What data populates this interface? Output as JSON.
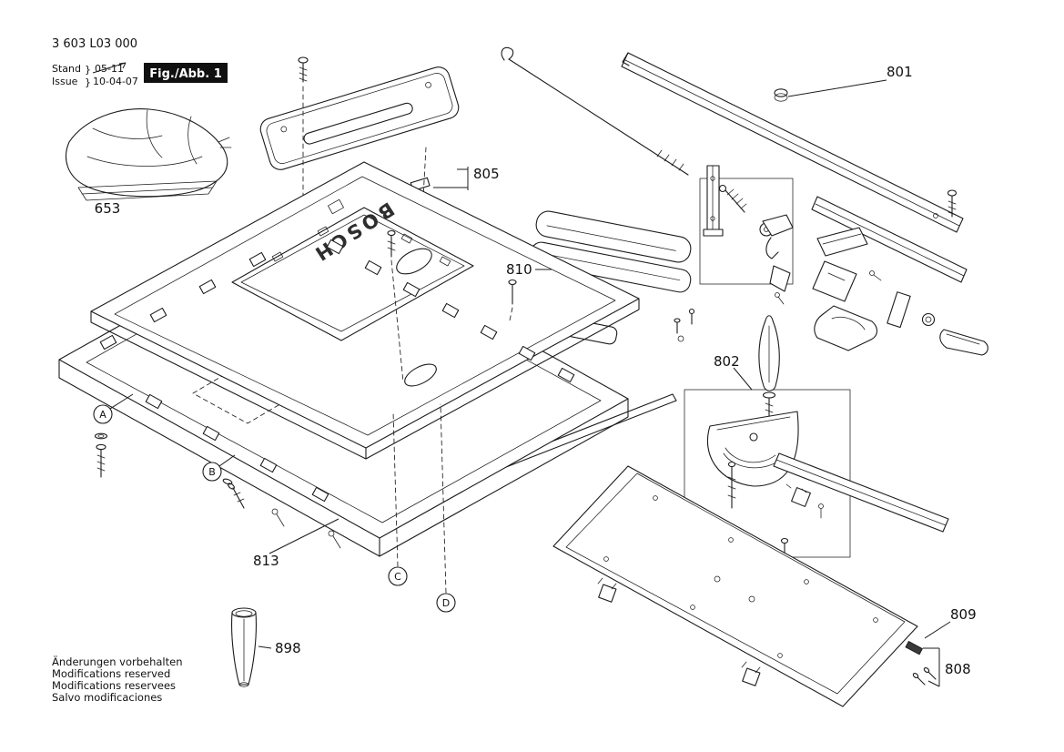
{
  "doc": {
    "number": "3 603 L03 000",
    "stand_label": "Stand",
    "issue_label": "Issue",
    "brace": "}",
    "date_old": "05-11",
    "date_new": "10-04-07",
    "fig_label": "Fig./Abb. 1"
  },
  "brand": "BOSCH",
  "part_labels": {
    "p653": "653",
    "p801": "801",
    "p802": "802",
    "p805": "805",
    "p808": "808",
    "p809": "809",
    "p810": "810",
    "p813": "813",
    "p898": "898"
  },
  "callouts": {
    "a": "A",
    "b": "B",
    "c": "C",
    "d": "D"
  },
  "footer": {
    "line1": "Änderungen vorbehalten",
    "line2": "Modifications reserved",
    "line3": "Modifications reservees",
    "line4": "Salvo modificaciones"
  },
  "colors": {
    "line": "#1c1c1c",
    "fig_box_bg": "#101010",
    "fig_box_text": "#ffffff",
    "background": "#ffffff"
  }
}
